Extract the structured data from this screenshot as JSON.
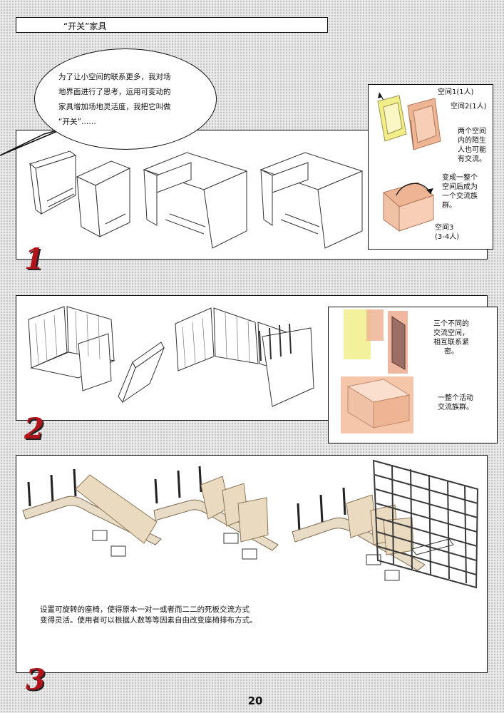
{
  "header": {
    "title": "“开关”家具"
  },
  "bubble": {
    "lines": [
      "为了让小空间的联系更多，我对场",
      "地界面进行了思考，运用可变动的",
      "家具增加场地灵活度，我把它叫做",
      "“开关”……"
    ]
  },
  "panel1": {
    "number": "1",
    "inset": {
      "space1": "空间1(1人)",
      "space2": "空间2(1人)",
      "note_a": [
        "两个空间",
        "内的陌生",
        "人也可能",
        "有交流。"
      ],
      "note_b": [
        "变成一整个",
        "空间后成为",
        "一个交流族",
        "群。"
      ],
      "space3": [
        "空间3",
        "(3-4人)"
      ]
    }
  },
  "panel2": {
    "number": "2",
    "inset": {
      "note_a": [
        "三个不同的",
        "交流空间，",
        "相互联系紧",
        "密。"
      ],
      "note_b": [
        "一整个活动",
        "交流族群。"
      ]
    }
  },
  "panel3": {
    "number": "3",
    "caption": [
      "设置可旋转的座椅，使得原本一对一或者而二二的死板交流方式",
      "变得灵活。使用者可以根据人数等等因素自由改变座椅排布方式。"
    ]
  },
  "page_number": "20",
  "colors": {
    "number_red": "#b0141a",
    "yellow": "#f1ee8a",
    "salmon": "#eeb594",
    "brown": "#9b6e66"
  }
}
